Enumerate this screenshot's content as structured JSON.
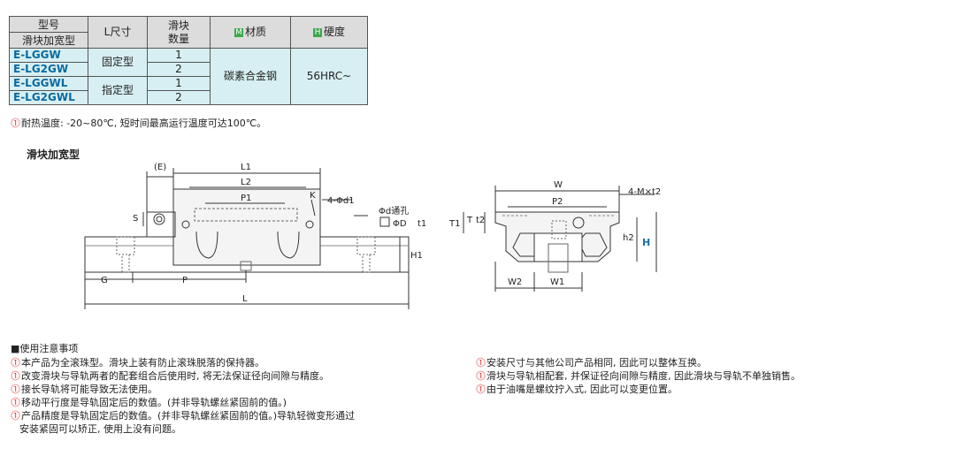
{
  "table": {
    "headers": {
      "model_line1": "型号",
      "model_line2": "滑块加宽型",
      "l_dim": "L尺寸",
      "block_qty_line1": "滑块",
      "block_qty_line2": "数量",
      "material_tag": "M",
      "material": "材质",
      "hardness_tag": "H",
      "hardness": "硬度"
    },
    "rows": [
      {
        "model": "E-LGGW",
        "qty": "1"
      },
      {
        "model": "E-LG2GW",
        "qty": "2"
      },
      {
        "model": "E-LGGWL",
        "qty": "1"
      },
      {
        "model": "E-LG2GWL",
        "qty": "2"
      }
    ],
    "l_fixed": "固定型",
    "l_specified": "指定型",
    "material_value": "碳素合金钢",
    "hardness_value": "56HRC~"
  },
  "heat_note": "耐热温度: -20~80℃, 短时间最高运行温度可达100℃。",
  "section_title": "滑块加宽型",
  "drawing_labels": {
    "E": "(E)",
    "L1": "L1",
    "L2": "L2",
    "P1": "P1",
    "K": "K",
    "d1": "4-Φd1",
    "S": "S",
    "d_thru": "Φd通孔",
    "D": "ΦD",
    "t1_depth": "t1",
    "H1": "H1",
    "G": "G",
    "P": "P",
    "L": "L",
    "W": "W",
    "P2": "P2",
    "M_t2": "4-M×t2",
    "T1": "T1",
    "T": "T",
    "t2": "t2",
    "h2": "h2",
    "H": "H",
    "W2": "W2",
    "W1": "W1"
  },
  "usage_title": "■使用注意事项",
  "notes_left": [
    "本产品为全滚珠型。滑块上装有防止滚珠脱落的保持器。",
    "改变滑块与导轨两者的配套组合后使用时, 将无法保证径向间隙与精度。",
    "接长导轨将可能导致无法使用。",
    "移动平行度是导轨固定后的数值。(并非导轨螺丝紧固前的值。)",
    "产品精度是导轨固定后的数值。(并非导轨螺丝紧固前的值。)导轨轻微变形通过",
    "安装紧固可以矫正, 使用上没有问题。"
  ],
  "notes_right": [
    "安装尺寸与其他公司产品相同, 因此可以整体互换。",
    "滑块与导轨相配套, 并保证径向间隙与精度, 因此滑块与导轨不单独销售。",
    "由于油嘴是螺纹拧入式, 因此可以变更位置。"
  ],
  "warn_icon": "!"
}
